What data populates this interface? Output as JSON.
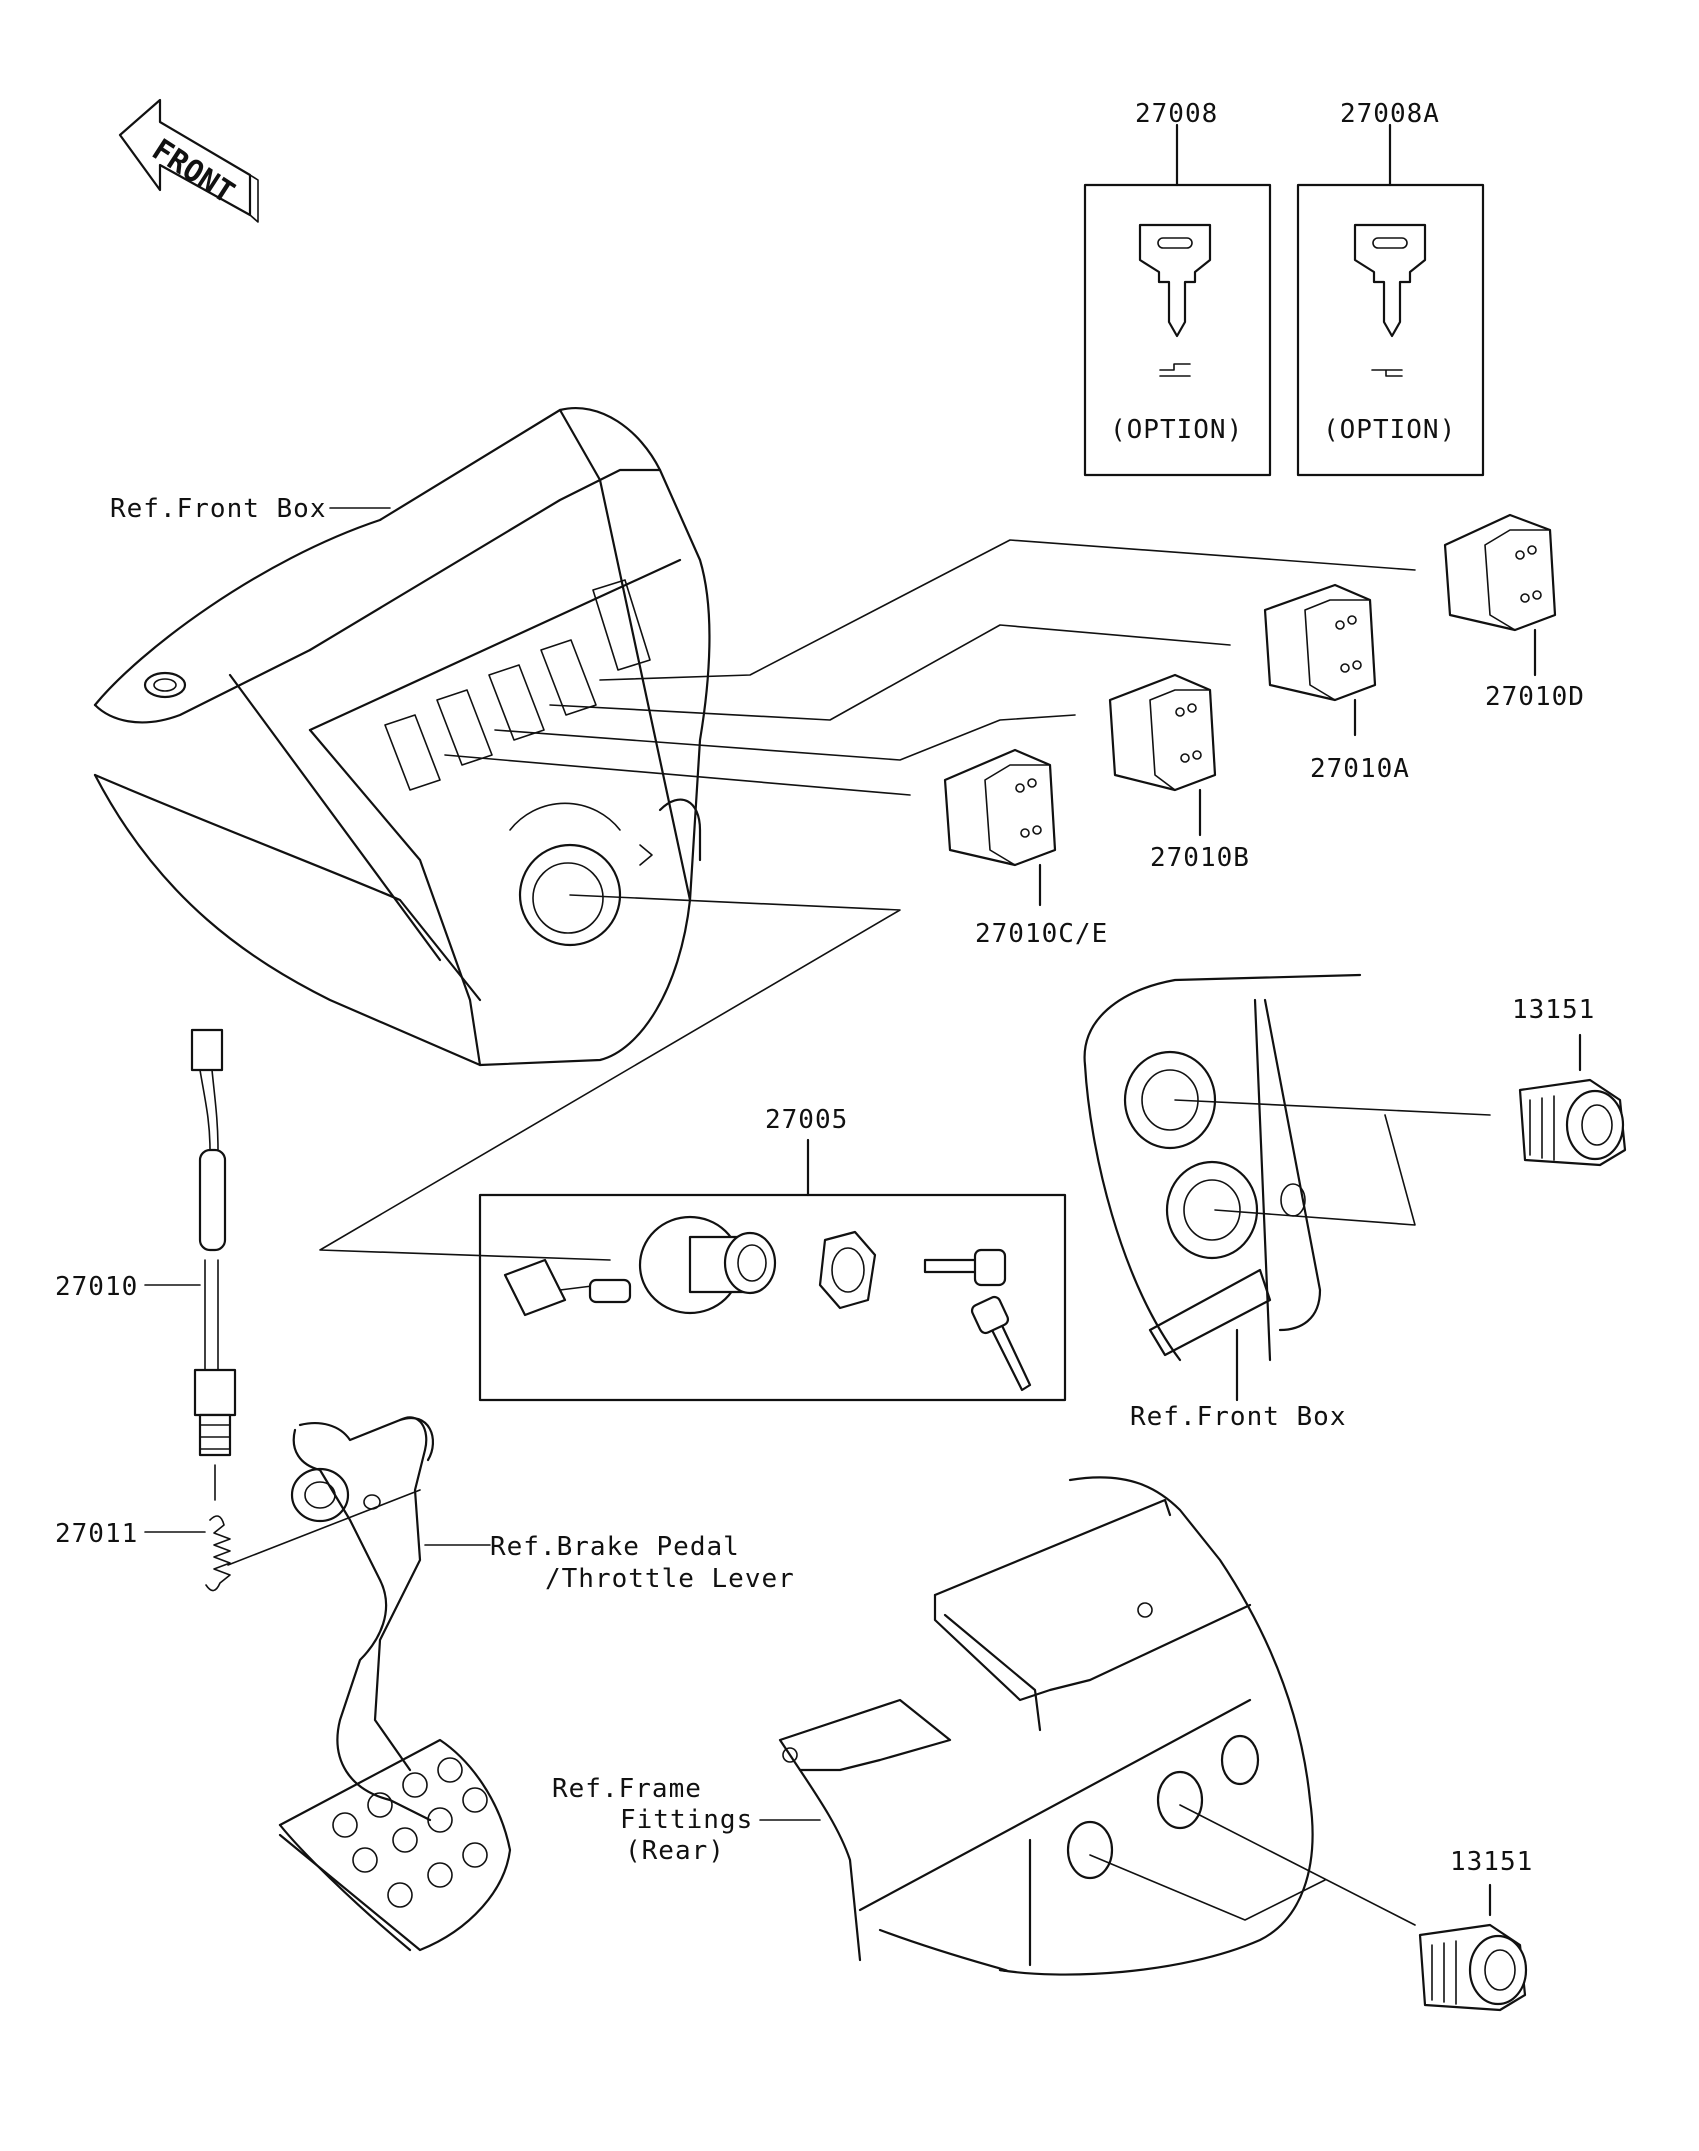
{
  "direction": {
    "text": "FRONT"
  },
  "parts": {
    "p27008": "27008",
    "p27008A": "27008A",
    "p27010D": "27010D",
    "p27010A": "27010A",
    "p27010B": "27010B",
    "p27010CE": "27010C/E",
    "p13151_top": "13151",
    "p13151_bottom": "13151",
    "p27005": "27005",
    "p27010": "27010",
    "p27011": "27011"
  },
  "boxes": {
    "option_left": "(OPTION)",
    "option_right": "(OPTION)"
  },
  "refs": {
    "front_box_top": "Ref.Front Box",
    "front_box_right": "Ref.Front Box",
    "brake_pedal_line1": "Ref.Brake Pedal",
    "brake_pedal_line2": "/Throttle Lever",
    "frame_line1": "Ref.Frame",
    "frame_line2": "Fittings",
    "frame_line3": "(Rear)"
  }
}
